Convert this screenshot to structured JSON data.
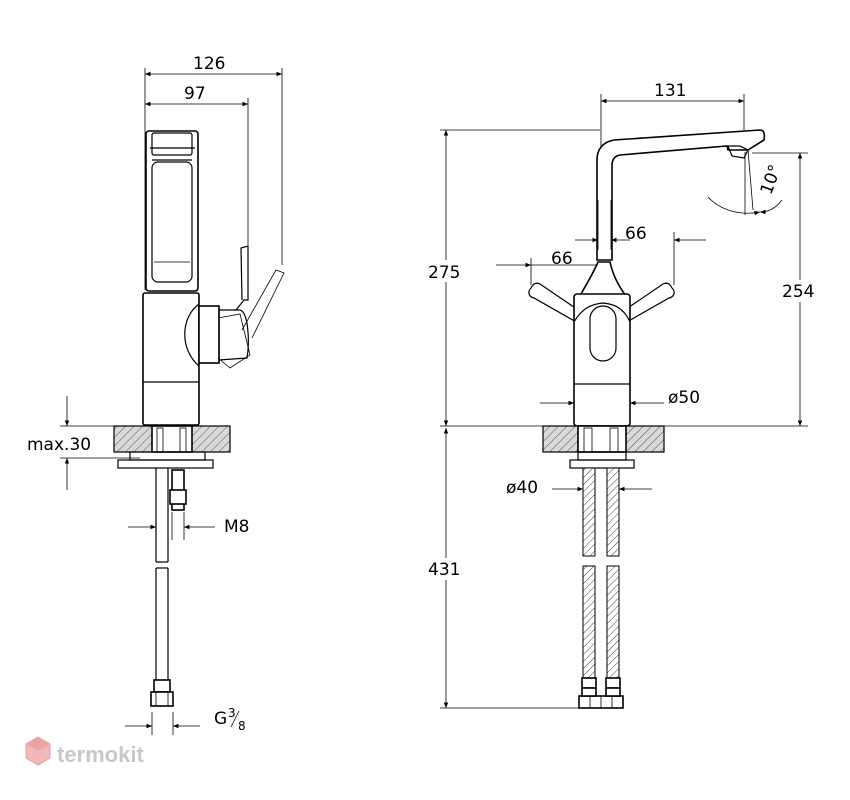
{
  "side_view": {
    "dim_width_total": "126",
    "dim_width_body": "97",
    "dim_deck": "max.30",
    "dim_thread_stud": "M8",
    "dim_thread_hose_main": "G",
    "dim_thread_hose_num": "3",
    "dim_thread_hose_den": "8"
  },
  "front_view": {
    "dim_spout_reach": "131",
    "dim_height_total": "275",
    "dim_height_outlet": "254",
    "dim_spout_angle": "10°",
    "dim_lever_left": "66",
    "dim_lever_right": "66",
    "dim_body_diameter": "ø50",
    "dim_hole_diameter": "ø40",
    "dim_hose_length": "431"
  },
  "watermark": {
    "brand": "termokit"
  },
  "colors": {
    "line": "#000000",
    "hatch_fill": "#d9d9d9",
    "watermark_logo": "#e23b3b"
  }
}
